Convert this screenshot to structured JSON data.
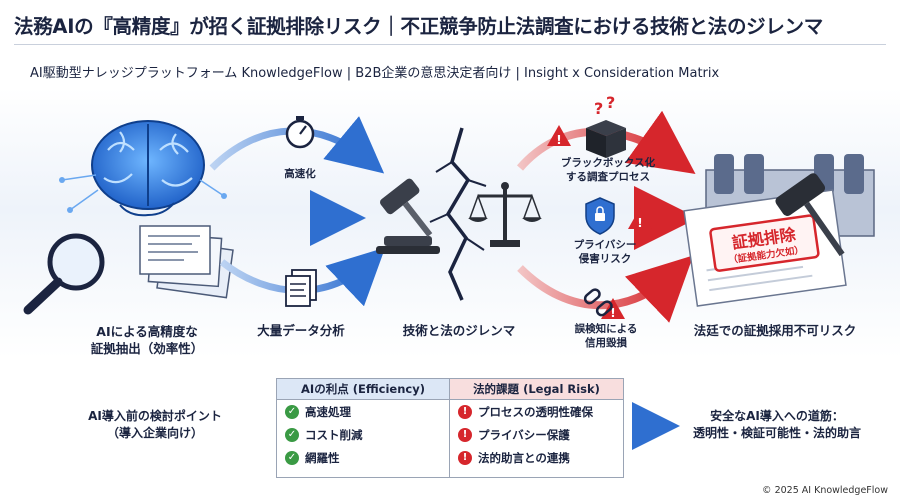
{
  "header": {
    "title": "法務AIの『高精度』が招く証拠排除リスク｜不正競争防止法調査における技術と法のジレンマ",
    "subtitle": "AI駆動型ナレッジプラットフォーム KnowledgeFlow | B2B企業の意思決定者向け | Insight x Consideration Matrix"
  },
  "flow": {
    "ai_extraction": "AIによる高精度な\n証拠抽出（効率性）",
    "speed": "高速化",
    "big_data": "大量データ分析",
    "dilemma": "技術と法のジレンマ",
    "blackbox": "ブラックボックス化\nする調査プロセス",
    "privacy": "プライバシー\n侵害リスク",
    "false_detection": "誤検知による\n信用毀損",
    "court": "法廷での証拠採用不可リスク",
    "stamp_main": "証拠排除",
    "stamp_sub": "（証拠能力欠如）"
  },
  "bottom": {
    "left_label": "AI導入前の検討ポイント\n（導入企業向け）",
    "right_label": "安全なAI導入への道筋：\n透明性・検証可能性・法的助言",
    "benefits_header": "AIの利点 (Efficiency)",
    "benefits": [
      "高速処理",
      "コスト削減",
      "網羅性"
    ],
    "risks_header": "法的課題 (Legal Risk)",
    "risks": [
      "プロセスの透明性確保",
      "プライバシー保護",
      "法的助言との連携"
    ]
  },
  "footer": "© 2025 AI KnowledgeFlow",
  "colors": {
    "navy": "#1b2440",
    "blue": "#2f6fd0",
    "red": "#d6262c",
    "green": "#3a9a44"
  }
}
